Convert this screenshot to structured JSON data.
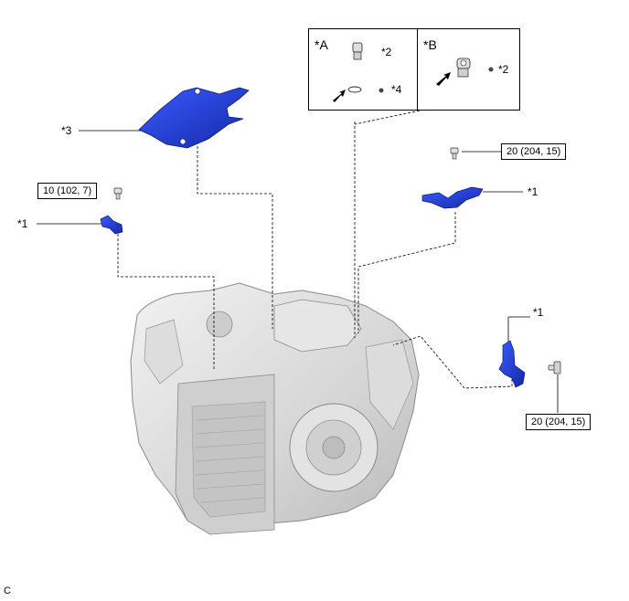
{
  "labels": {
    "part_1": "*1",
    "part_2": "*2",
    "part_3": "*3",
    "part_4": "*4"
  },
  "torque_specs": {
    "left_bolt": "10 (102, 7)",
    "top_right_bolt": "20 (204, 15)",
    "bottom_right_bolt": "20 (204, 15)"
  },
  "insets": {
    "a_title": "*A",
    "b_title": "*B"
  },
  "figure_code": "C",
  "colors": {
    "part_blue": "#1f3fd0",
    "housing": "#d9d9d9",
    "line": "#000000"
  }
}
